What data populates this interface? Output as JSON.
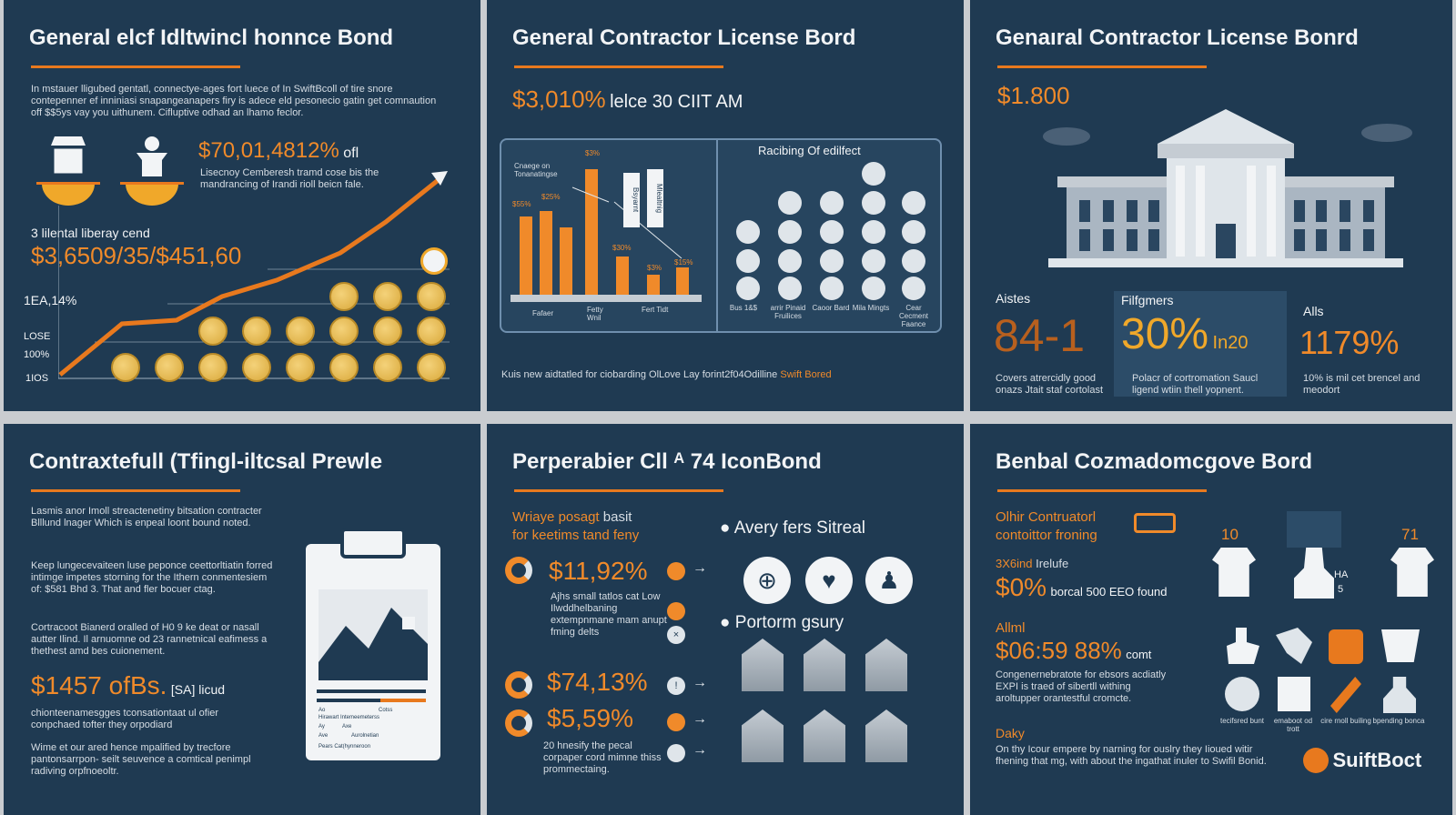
{
  "panel1": {
    "title": "General elcf Idltwincl honnce Bond",
    "intro": "In mstauer lligubed gentatl, connectye-ages fort luece of In SwiftBcoll of tire snore contepenner ef inniniasi snapangeanapers firy is adece eld pesonecio gatin get comnaution off $$5ys vay you uithunem. Cifluptive odhad an lhamo feclor.",
    "stat_value": "$70,01,4812%",
    "stat_unit": "ofl",
    "stat_desc": "Lisecnoy Cemberesh tramd cose bis the mandrancing of Irandi rioll beicn fale.",
    "sublabel": "3 lilental liberay cend",
    "sub_value": "$3,6509/35/$451,60",
    "axis_labels": [
      "1EA,14%",
      "LOSE",
      "100%",
      "1IOS"
    ]
  },
  "panel2": {
    "title": "General Contractor License Bord",
    "headline_value": "$3,010%",
    "headline_text": "lelce 30 CIIT AM",
    "chart_label": "Cnaege on Tonanatingse",
    "bar_labels": [
      "$55%",
      "$25%",
      "$3%",
      "$30%",
      "$3%",
      "$15%"
    ],
    "vertical_labels": [
      "Bsyarnt",
      "Mlealtnig"
    ],
    "x_labels": [
      "Fafaer",
      "Fetty Wnil",
      "Fert Tidt"
    ],
    "table_title": "Racibing Of edilfect",
    "col_labels": [
      "Bus 1&$",
      "arrir Pinaid Fruilices",
      "Caoor Bard",
      "Mila Mingts",
      "Cear Cecment Faance"
    ],
    "footer": "Kuis new aidtatled for ciobarding OlLove Lay forint2f04Odilline",
    "footer_brand": "Swift Bored"
  },
  "panel3": {
    "title": "Genaıral Contractor License Bonrd",
    "price": "$1.800",
    "col1_label": "Aistes",
    "col1_value": "84-1",
    "col1_desc": "Covers atrercidly good onazs Jtait staf cortolast",
    "col2_label": "Filfgmers",
    "col2_value": "30%",
    "col2_suffix": "In20",
    "col2_desc": "Polacr of cortromation Saucl ligend wtiin thell yopnent.",
    "col3_label": "Alls",
    "col3_value": "1179%",
    "col3_desc": "10% is mil cet brencel and meodort"
  },
  "panel4": {
    "title": "Contraxtefull (Tfingl-iltcsal Prewle",
    "p1": "Lasmis anor Imoll streactenetiny bitsation contracter Blllund lnager Which is enpeal loont bound noted.",
    "p2": "Keep lungecevaiteen luse peponce ceettorltiatin forred intimge impetes storning for the Ithern conmentesiem of: $581 Bhd 3. That and fler bocuer ctag.",
    "p3": "Cortracoot Bianerd oralled of H0 9 ke deat or nasall autter Ilind. Il arnuomne od 23 rannetnical eafimess a thethest amd bes cuionement.",
    "value": "$1457 ofBs.",
    "value_suffix": "[SA] licud",
    "p4": "chionteenamesgges tconsationtaat ul ofier conpchaed tofter they orpodiard",
    "p5": "Wime et our ared hence mpalified by trecfore pantonsarrpon- seilt seuvence a comtical penimpl radiving orpfnoeoltr.",
    "doc_lines": [
      "Ao",
      "Cotss",
      "Hirawart Intemeemeterss",
      "Ay",
      "Axe",
      "Ave",
      "Aurolnetian",
      "Pears Cat(hynneroon"
    ]
  },
  "panel5": {
    "title": "Perperabier Cll ᴬ 74 IconBond",
    "sub1": "Wriaye posagt",
    "sub1_b": "basit",
    "sub2": "for keetims tand feny",
    "v1": "$11,92%",
    "v1_desc": "Ajhs small tatlos cat Low Ilwddhelbaning extempnmane mam anupt fming delts",
    "v2": "$74,13%",
    "v3": "$5,59%",
    "v3_desc": "20 hnesify the pecal corpaper cord mimne thiss prommectaing.",
    "head1": "Avery fers Sitreal",
    "head2": "Portorm gsury"
  },
  "panel6": {
    "title": "Benbal Cozmadomcgove Bord",
    "l1": "Olhir Contruatorl",
    "l2": "contoittor froning",
    "l3": "3X6ind",
    "l3_b": "Irelufe",
    "v1": "$0%",
    "v1_desc": "borcal 500 EEO found",
    "n1": "10",
    "n2": "71",
    "n3": "HA",
    "n4": "5",
    "l4": "Allml",
    "v2": "$06:59 88%",
    "v2_suffix": "comt",
    "desc2": "Congenernebratote for ebsors acdiatly EXPI is traed of sibertll withing aroltupper orantestful cromcte.",
    "l5": "Daky",
    "desc3": "On thy Icour empere by narning for ouslry they Iioued witir fhening that mg, with about the ingathat inuler to Swifil Bonid.",
    "icon_labels": [
      "tecifsred bunt",
      "emaboot od trott",
      "cire rnoll builing",
      "bpending bonca"
    ],
    "brand": "SuiftBoct"
  }
}
